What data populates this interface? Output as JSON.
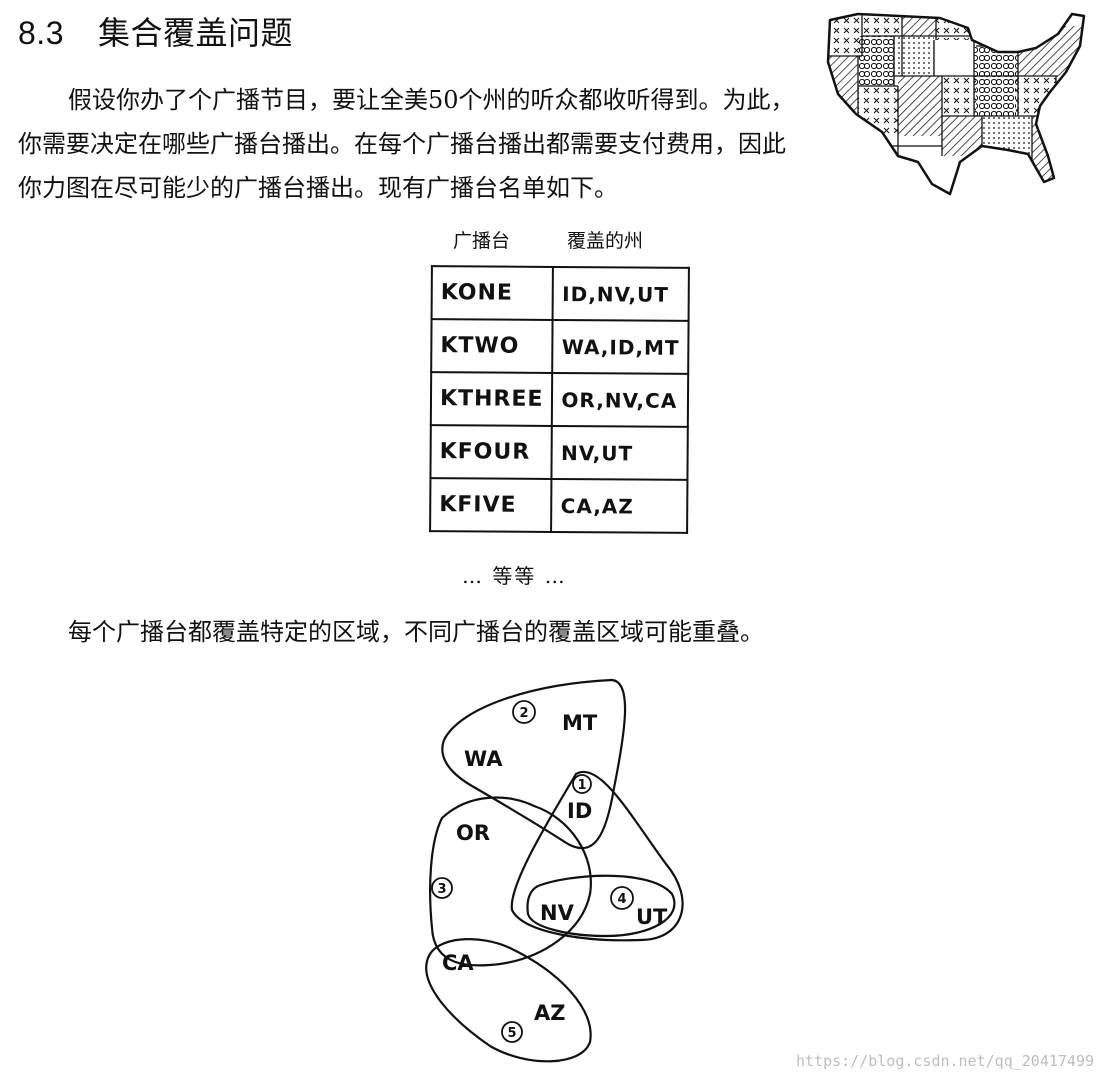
{
  "section": {
    "number": "8.3",
    "title": "集合覆盖问题"
  },
  "intro": "假设你办了个广播节目，要让全美50个州的听众都收听得到。为此，你需要决定在哪些广播台播出。在每个广播台播出都需要支付费用，因此你力图在尽可能少的广播台播出。现有广播台名单如下。",
  "table": {
    "headers": [
      "广播台",
      "覆盖的州"
    ],
    "rows": [
      {
        "station": "KONE",
        "states": "ID,NV,UT"
      },
      {
        "station": "KTWO",
        "states": "WA,ID,MT"
      },
      {
        "station": "KTHREE",
        "states": "OR,NV,CA"
      },
      {
        "station": "KFOUR",
        "states": "NV,UT"
      },
      {
        "station": "KFIVE",
        "states": "CA,AZ"
      }
    ],
    "etc": "… 等等 …"
  },
  "overlap_text": "每个广播台都覆盖特定的区域，不同广播台的覆盖区域可能重叠。",
  "diagram": {
    "states": [
      "MT",
      "WA",
      "ID",
      "OR",
      "NV",
      "UT",
      "CA",
      "AZ"
    ],
    "markers": [
      "1",
      "2",
      "3",
      "4",
      "5"
    ]
  },
  "map_icon": "usa-map-illustration",
  "watermark": "https://blog.csdn.net/qq_20417499"
}
